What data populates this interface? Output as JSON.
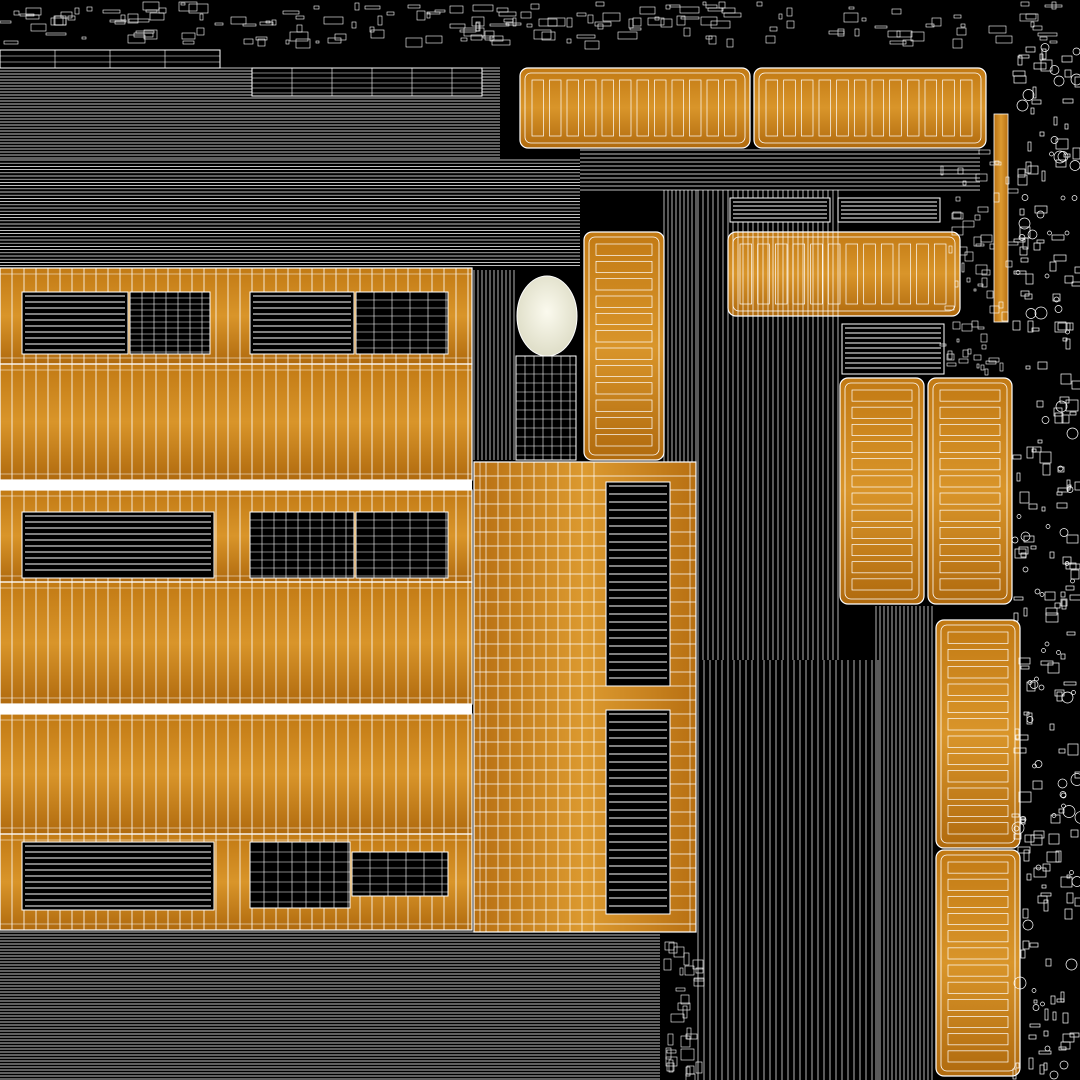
{
  "texture": {
    "colors": {
      "background": "#000000",
      "wireframe": "#ffffff",
      "wood_light": "#d9952a",
      "wood_mid": "#c27a14",
      "wood_dark": "#9a5a0a",
      "wood_highlight": "#eab24c",
      "shell": "#efeedd"
    },
    "icons": [
      "wireframe-mesh",
      "wood-plank-texture",
      "dome-shell"
    ]
  }
}
